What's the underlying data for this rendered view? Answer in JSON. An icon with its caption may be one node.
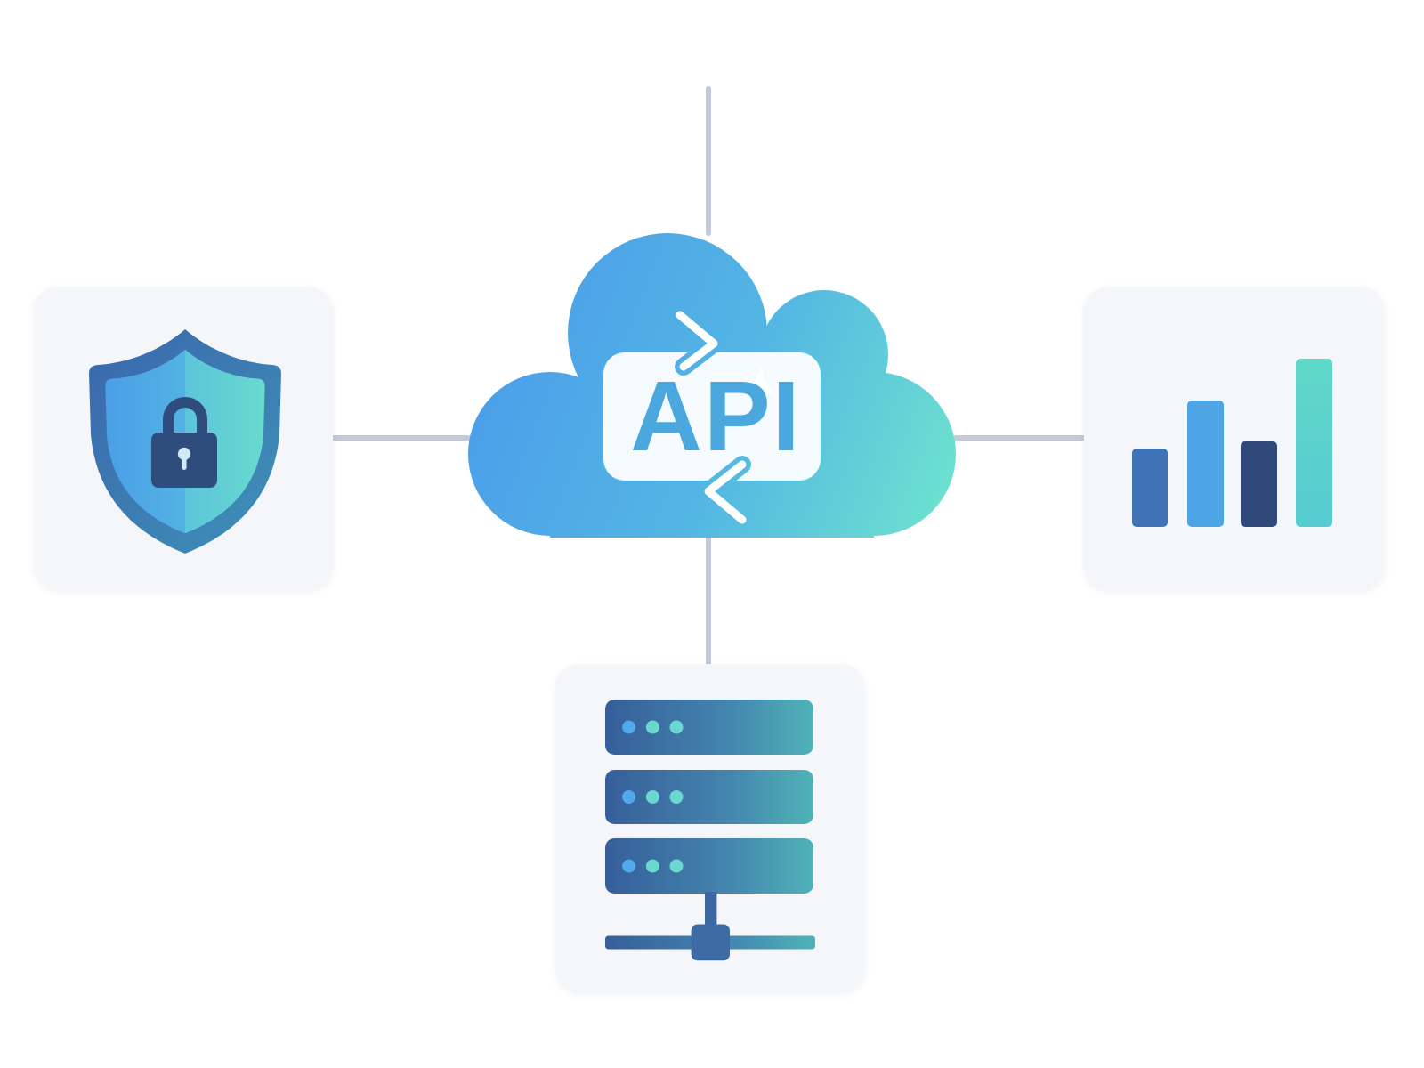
{
  "diagram": {
    "nodes": [
      {
        "text": [
          "API"
        ]
      },
      {
        "text": [],
        "shape": "picture"
      },
      {
        "text": [],
        "shape": "picture"
      },
      {
        "text": [],
        "shape": "picture"
      }
    ],
    "edges": [
      {
        "from": 0,
        "to": null,
        "arrow": "none"
      },
      {
        "from": 1,
        "to": 0,
        "arrow": "none"
      },
      {
        "from": 0,
        "to": 2,
        "arrow": "none"
      },
      {
        "from": 0,
        "to": 3,
        "arrow": "none"
      }
    ]
  }
}
